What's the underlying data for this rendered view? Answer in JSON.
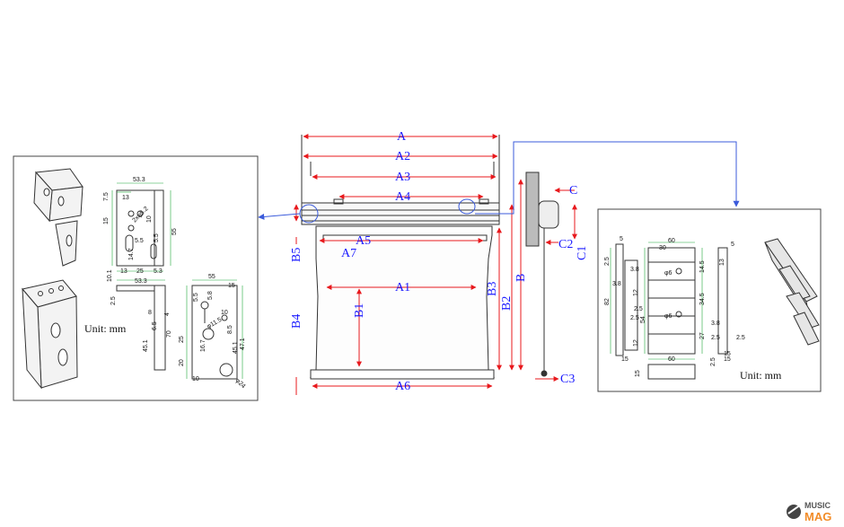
{
  "main_labels": {
    "A": "A",
    "A1": "A1",
    "A2": "A2",
    "A3": "A3",
    "A4": "A4",
    "A5": "A5",
    "A6": "A6",
    "A7": "A7",
    "B": "B",
    "B1": "B1",
    "B2": "B2",
    "B3": "B3",
    "B4": "B4",
    "B5": "B5",
    "C": "C",
    "C1": "C1",
    "C2": "C2",
    "C3": "C3"
  },
  "left_panel": {
    "unit": "Unit: mm",
    "upper_dims": [
      "53.3",
      "13",
      "7.5",
      "15",
      "2xφ5.2",
      "10",
      "55",
      "5.5",
      "5.5",
      "14.7",
      "10.1",
      "13",
      "25",
      "5.3"
    ],
    "lower_dims": [
      "53.3",
      "55",
      "15",
      "2.5",
      "8",
      "4",
      "5.5",
      "5.8",
      "10",
      "6.5",
      "70",
      "φ11.5",
      "8.5",
      "45.1",
      "16.7",
      "25",
      "47.1",
      "20",
      "45.1",
      "10",
      "φ24"
    ]
  },
  "right_panel": {
    "unit": "Unit: mm",
    "dims": [
      "5",
      "60",
      "30",
      "2.5",
      "3.8",
      "3.8",
      "5",
      "13",
      "φ6",
      "14.5",
      "82",
      "12",
      "2.5",
      "54",
      "2.5",
      "34.5",
      "φ6",
      "12",
      "27",
      "3.8",
      "2.5",
      "2.5",
      "15",
      "15",
      "60",
      "2.5",
      "15",
      "15"
    ]
  },
  "logo": {
    "line1": "MUSIC",
    "line2": "MAG"
  },
  "colors": {
    "dimension_line": "#e8191d",
    "label": "#1a1aff",
    "callout": "#3b5bdb",
    "drawing": "#333333",
    "green": "#1fa83a"
  }
}
